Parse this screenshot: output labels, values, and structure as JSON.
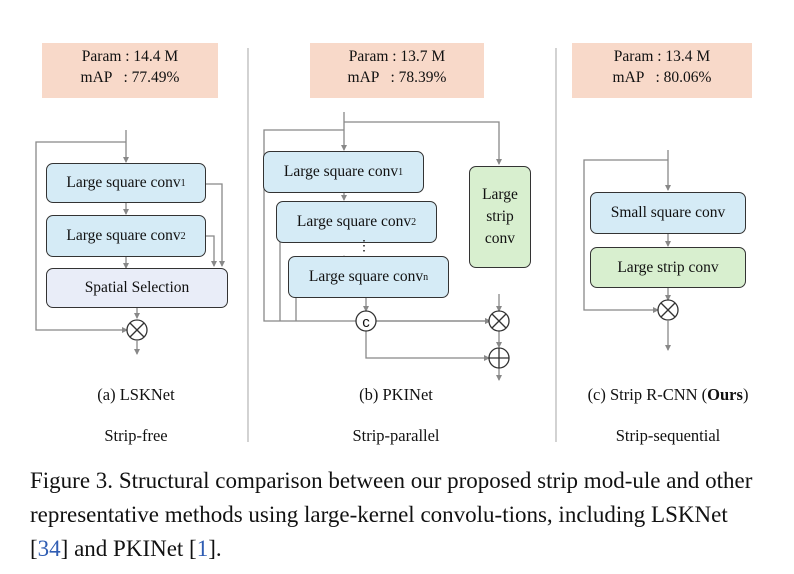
{
  "panels": [
    {
      "param": "Param : 14.4 M",
      "map": "mAP   : 77.49%",
      "blocks": [
        "Large square conv",
        "Large square conv",
        "Spatial Selection"
      ],
      "subs": [
        "1",
        "2"
      ],
      "caption": "(a) LSKNet",
      "category": "Strip-free"
    },
    {
      "param": "Param : 13.7 M",
      "map": "mAP   : 78.39%",
      "blocks": [
        "Large square conv",
        "Large square conv",
        "Large square conv"
      ],
      "subs": [
        "1",
        "2",
        "n"
      ],
      "strip": [
        "Large",
        "strip",
        "conv"
      ],
      "concat": "c",
      "dots": "⋮",
      "caption": "(b) PKINet",
      "category": "Strip-parallel"
    },
    {
      "param": "Param : 13.4 M",
      "map": "mAP   : 80.06%",
      "blocks": [
        "Small square conv",
        "Large strip conv"
      ],
      "caption_pre": "(c) Strip R-CNN (",
      "caption_bold": "Ours",
      "caption_post": ")",
      "category": "Strip-sequential"
    }
  ],
  "figure_caption": {
    "label": "Figure 3.",
    "text": "Structural comparison between our proposed strip mod-ule and other representative methods using large-kernel convolu-tions, including LSKNet [",
    "ref1": "34",
    "mid": "] and PKINet [",
    "ref2": "1",
    "end": "]."
  },
  "colors": {
    "stats_bg": "#f8d9c9",
    "block_blue": "#d5ebf6",
    "block_lavender": "#e9edf8",
    "block_green": "#d8efcf",
    "ref_link": "#2f5db3"
  }
}
